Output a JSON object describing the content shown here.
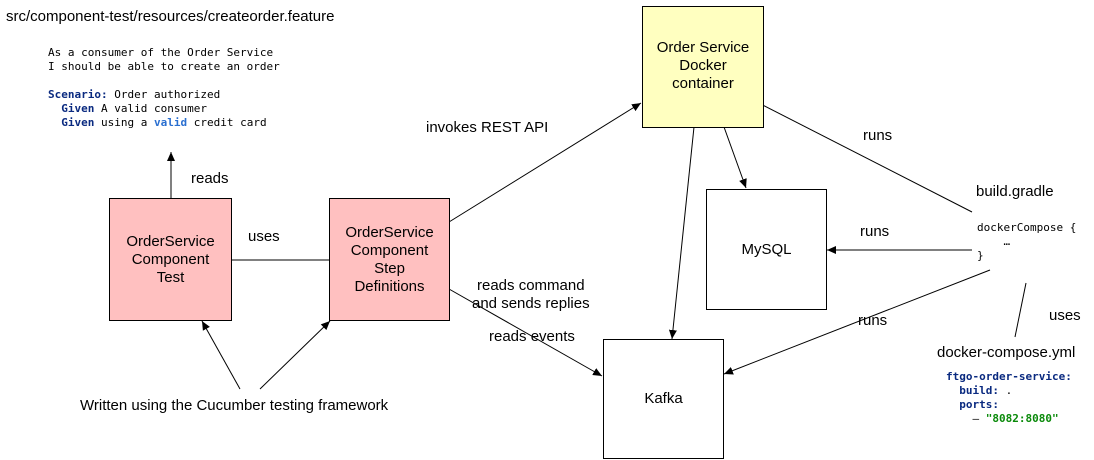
{
  "feature_file": {
    "path": "src/component-test/resources/createorder.feature",
    "line1": "As a consumer of the Order Service",
    "line2": "I should be able to create an order",
    "scenario_keyword": "Scenario:",
    "scenario_text": " Order authorized",
    "given1_keyword": "Given",
    "given1_text": " A valid consumer",
    "given2_keyword": "Given",
    "given2_text_a": " using a ",
    "given2_highlight": "valid",
    "given2_text_b": " credit card"
  },
  "nodes": {
    "component_test": [
      "OrderService",
      "Component",
      "Test"
    ],
    "step_definitions": [
      "OrderService",
      "Component",
      "Step",
      "Definitions"
    ],
    "order_service_container": [
      "Order Service",
      "Docker",
      "container"
    ],
    "mysql": "MySQL",
    "kafka": "Kafka"
  },
  "edge_labels": {
    "reads": "reads",
    "uses": "uses",
    "invokes_rest_api": "invokes REST API",
    "reads_command_line1": "reads command",
    "reads_command_line2": "and sends replies",
    "reads_events": "reads events",
    "runs_container": "runs",
    "runs_mysql": "runs",
    "runs_kafka": "runs",
    "uses_compose": "uses",
    "written_using": "Written using the Cucumber testing framework"
  },
  "build_gradle": {
    "filename": "build.gradle",
    "line1": "dockerCompose {",
    "line2": "…",
    "line3": "}"
  },
  "docker_compose": {
    "filename": "docker-compose.yml",
    "service_key": "ftgo-order-service:",
    "build_key": "build:",
    "build_value": " .",
    "ports_key": "ports:",
    "port_dash": "– ",
    "port_value": "\"8082:8080\""
  },
  "colors": {
    "pink_box": "#ffc0c0",
    "yellow_box": "#ffffc0",
    "keyword_blue": "#0a2a80",
    "highlight_blue": "#2a6fd0",
    "string_green": "#0a8a0a"
  }
}
